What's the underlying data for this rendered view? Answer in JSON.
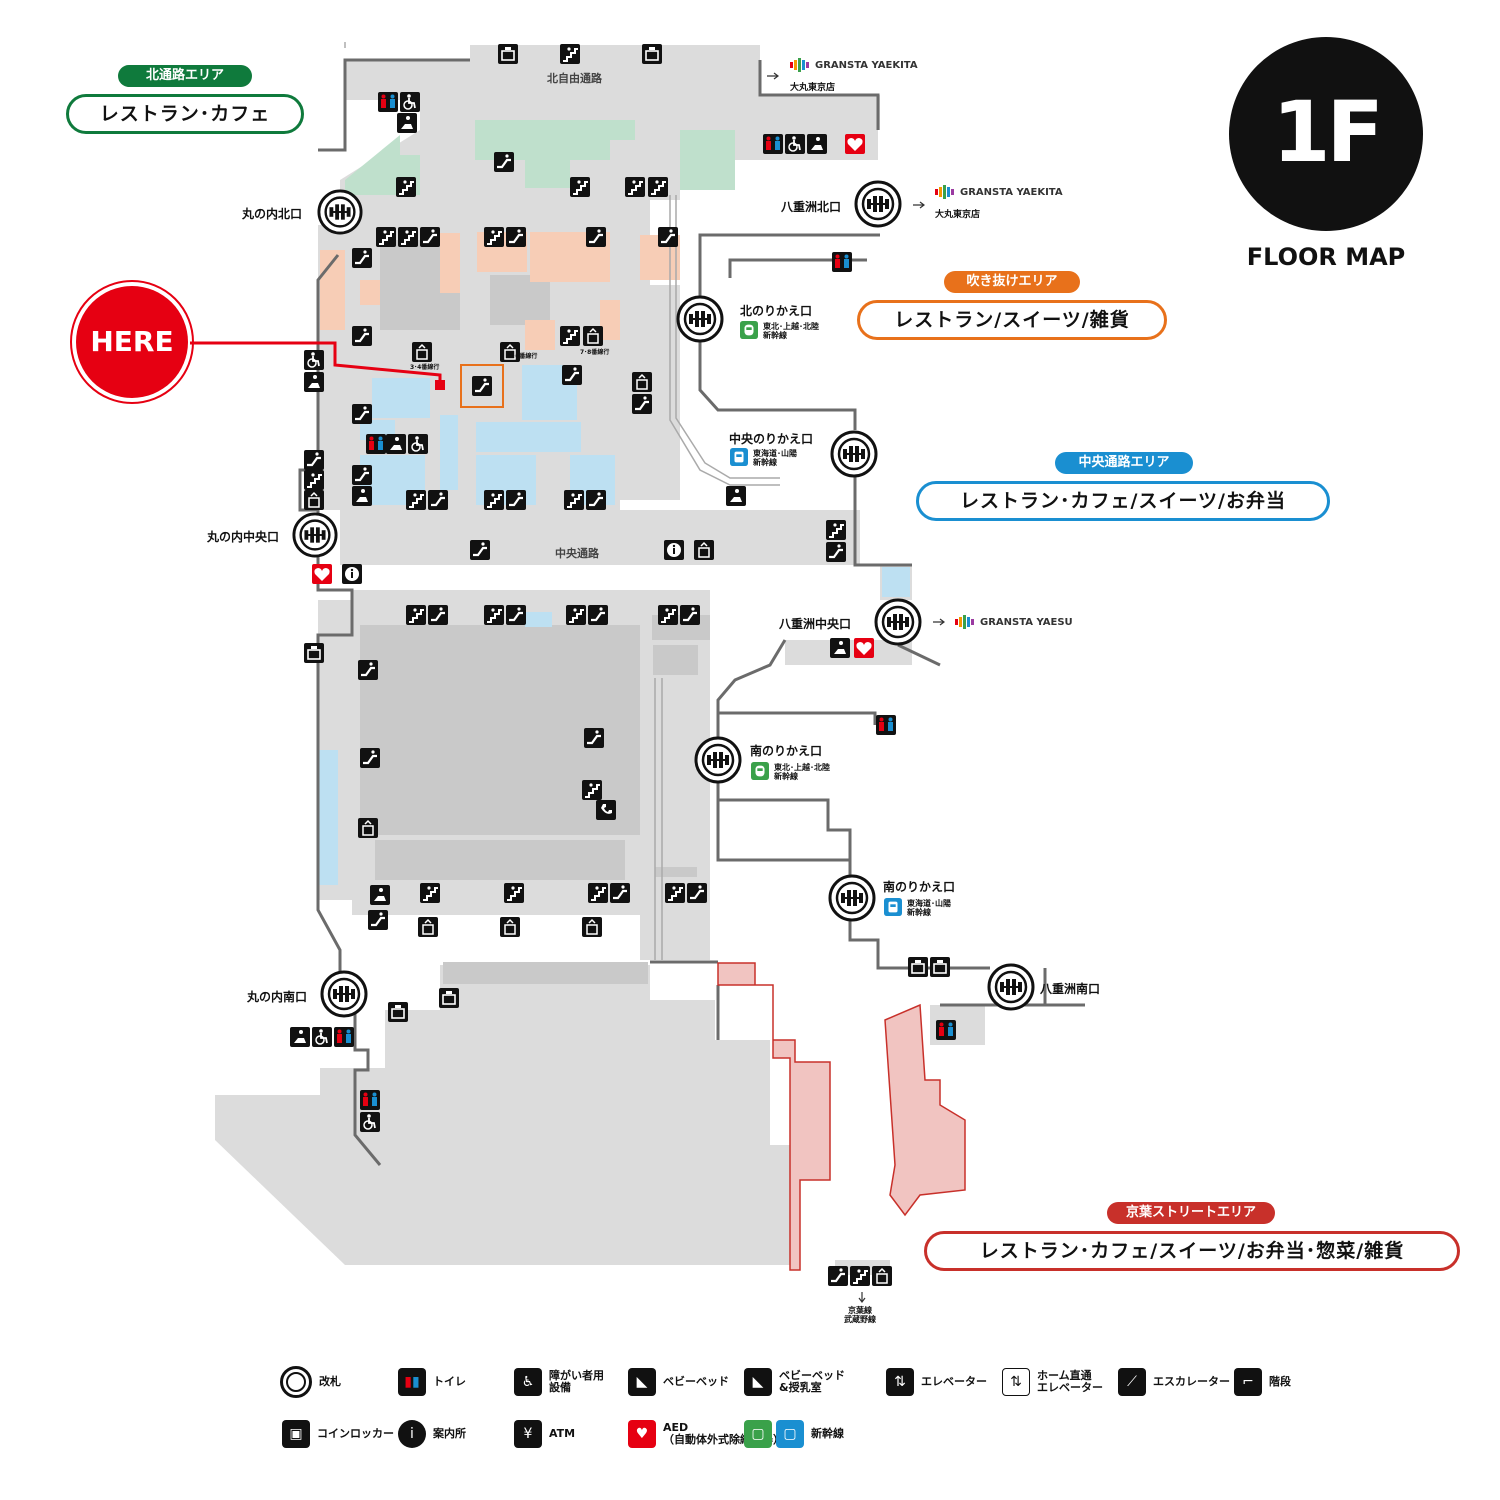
{
  "floor": {
    "number": "1F",
    "subtitle": "FLOOR MAP"
  },
  "here_label": "HERE",
  "areas": [
    {
      "id": "north",
      "name": "北通路エリア",
      "shops": "レストラン･カフェ",
      "color": "#0f7a3c"
    },
    {
      "id": "atrium",
      "name": "吹き抜けエリア",
      "shops": "レストラン/スイーツ/雑貨",
      "color": "#e8711b"
    },
    {
      "id": "central",
      "name": "中央通路エリア",
      "shops": "レストラン･カフェ/スイーツ/お弁当",
      "color": "#1a8fd1"
    },
    {
      "id": "keiyo",
      "name": "京葉ストリートエリア",
      "shops": "レストラン･カフェ/スイーツ/お弁当･惣菜/雑貨",
      "color": "#c8302a"
    }
  ],
  "gates": {
    "marunouchi_north": "丸の内北口",
    "marunouchi_central": "丸の内中央口",
    "marunouchi_south": "丸の内南口",
    "yaesu_north": "八重洲北口",
    "yaesu_central": "八重洲中央口",
    "yaesu_south": "八重洲南口",
    "north_transfer": "北のりかえ口",
    "central_transfer": "中央のりかえ口",
    "south_transfer_1": "南のりかえ口",
    "south_transfer_2": "南のりかえ口"
  },
  "lines": {
    "tohoku": "東北･上越･北陸\n新幹線",
    "tokaido": "東海道･山陽\n新幹線"
  },
  "passages": {
    "north_free": "北自由通路",
    "central": "中央通路"
  },
  "destinations": {
    "granta_yaekita_1": "GRANSTA YAEKITA",
    "daimaru_1": "大丸東京店",
    "granta_yaekita_2": "GRANSTA YAEKITA",
    "daimaru_2": "大丸東京店",
    "granta_yaesu": "GRANSTA YAESU",
    "keiyo_line": "京葉線\n武蔵野線"
  },
  "platform_elevators": [
    "3･4番線行",
    "5･6番線行",
    "7･8番線行"
  ],
  "legend": [
    {
      "icon": "ticket-gate-icon",
      "label": "改札"
    },
    {
      "icon": "toilet-icon",
      "label": "トイレ"
    },
    {
      "icon": "accessible-facility-icon",
      "label": "障がい者用\n設備"
    },
    {
      "icon": "baby-bed-icon",
      "label": "ベビーベッド"
    },
    {
      "icon": "nursing-room-icon",
      "label": "ベビーベッド\n&授乳室"
    },
    {
      "icon": "elevator-icon",
      "label": "エレベーター"
    },
    {
      "icon": "platform-elevator-icon",
      "label": "ホーム直通\nエレベーター"
    },
    {
      "icon": "escalator-icon",
      "label": "エスカレーター"
    },
    {
      "icon": "stairs-icon",
      "label": "階段"
    },
    {
      "icon": "coin-locker-icon",
      "label": "コインロッカー"
    },
    {
      "icon": "information-icon",
      "label": "案内所"
    },
    {
      "icon": "atm-icon",
      "label": "ATM"
    },
    {
      "icon": "aed-icon",
      "label": "AED\n（自動体外式除細動器）"
    },
    {
      "icon": "shinkansen-icon",
      "label": "新幹線"
    }
  ],
  "colors": {
    "north_shops": "#bfe0cc",
    "atrium_shops": "#f7cdb6",
    "central_shops": "#bde0f2",
    "keiyo_shops": "#f1c4c1",
    "aisle": "#d9d9d9",
    "here": "#e60012"
  }
}
